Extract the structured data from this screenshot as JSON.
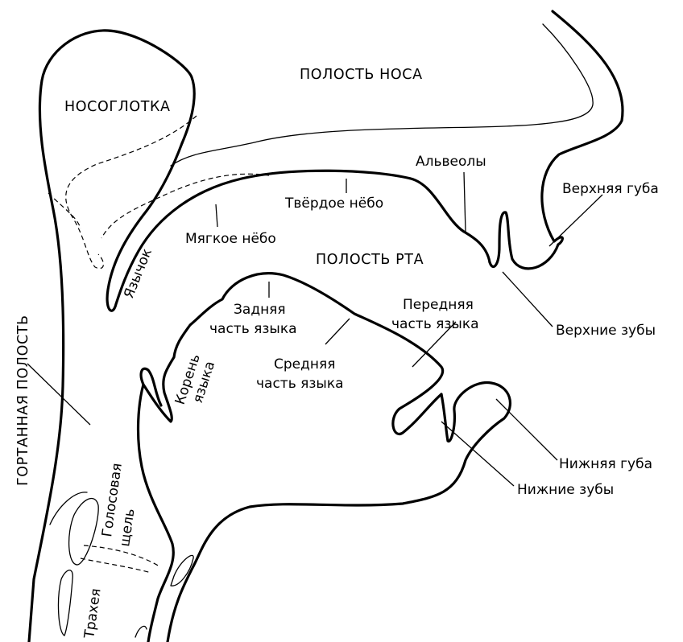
{
  "labels": {
    "nasal_cavity": "ПОЛОСТЬ НОСА",
    "nasopharynx": "НОСОГЛОТКА",
    "alveoli": "Альвеолы",
    "upper_lip": "Верхняя губа",
    "hard_palate": "Твёрдое нёбо",
    "soft_palate": "Мягкое нёбо",
    "uvula": "Язычок",
    "oral_cavity": "ПОЛОСТЬ РТА",
    "back_tongue_1": "Задняя",
    "back_tongue_2": "часть языка",
    "front_tongue_1": "Передняя",
    "front_tongue_2": "часть языка",
    "upper_teeth": "Верхние зубы",
    "tongue_root_1": "Корень",
    "tongue_root_2": "языка",
    "mid_tongue_1": "Средняя",
    "mid_tongue_2": "часть языка",
    "laryngeal_cavity": "ГОРТАННАЯ ПОЛОСТЬ",
    "lower_lip": "Нижняя губа",
    "lower_teeth": "Нижние зубы",
    "glottis_1": "Голосовая",
    "glottis_2": "щель",
    "trachea": "Трахея"
  }
}
